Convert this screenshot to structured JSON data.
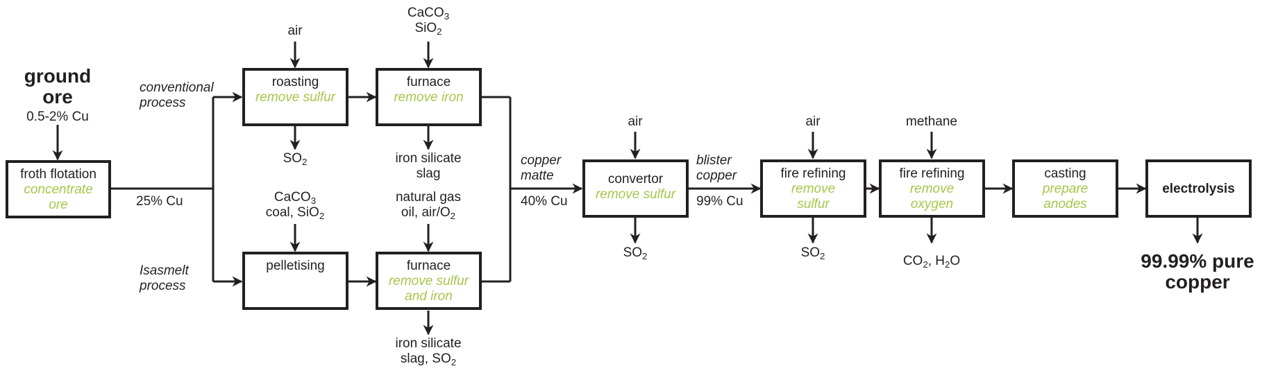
{
  "diagram": {
    "title": "Copper production process flow",
    "accent_color": "#a6c64a",
    "line_color": "#231f20"
  },
  "input": {
    "title": "ground ore",
    "title_line1": "ground",
    "title_line2": "ore",
    "grade": "0.5-2% Cu"
  },
  "boxes": {
    "froth": {
      "title": "froth flotation",
      "sub1": "concentrate",
      "sub2": "ore"
    },
    "roasting": {
      "title": "roasting",
      "sub1": "remove sulfur"
    },
    "furnace_conv": {
      "title": "furnace",
      "sub1": "remove iron"
    },
    "pelletising": {
      "title": "pelletising"
    },
    "furnace_isa": {
      "title": "furnace",
      "sub1": "remove sulfur",
      "sub2": "and iron"
    },
    "convertor": {
      "title": "convertor",
      "sub1": "remove sulfur"
    },
    "fire1": {
      "title": "fire refining",
      "sub1": "remove",
      "sub2": "sulfur"
    },
    "fire2": {
      "title": "fire refining",
      "sub1": "remove",
      "sub2": "oxygen"
    },
    "casting": {
      "title": "casting",
      "sub1": "prepare",
      "sub2": "anodes"
    },
    "electrolysis": {
      "title": "electrolysis"
    }
  },
  "labels": {
    "conc_grade": "25% Cu",
    "conventional_1": "conventional",
    "conventional_2": "process",
    "isasmelt_1": "Isasmelt",
    "isasmelt_2": "process",
    "matte_1": "copper",
    "matte_2": "matte",
    "matte_grade": "40% Cu",
    "blister_1": "blister",
    "blister_2": "copper",
    "blister_grade": "99% Cu"
  },
  "flows": {
    "roasting_in": "air",
    "roasting_out": "SO2",
    "furnace_conv_in_1": "CaCO3",
    "furnace_conv_in_2": "SiO2",
    "furnace_conv_out_1": "iron silicate",
    "furnace_conv_out_2": "slag",
    "pellet_in_1": "CaCO3",
    "pellet_in_2": "coal, SiO2",
    "furnace_isa_in_1": "natural gas",
    "furnace_isa_in_2": "oil, air/O2",
    "furnace_isa_out_1": "iron silicate",
    "furnace_isa_out_2": "slag, SO2",
    "convertor_in": "air",
    "convertor_out": "SO2",
    "fire1_in": "air",
    "fire1_out": "SO2",
    "fire2_in": "methane",
    "fire2_out": "CO2, H2O"
  },
  "output": {
    "title": "99.99% pure copper",
    "line1": "99.99% pure",
    "line2": "copper"
  }
}
